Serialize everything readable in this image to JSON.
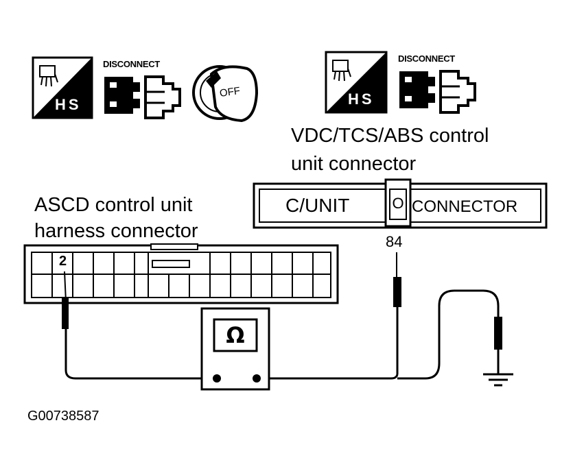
{
  "icons_left": {
    "hs_label": "HS",
    "disconnect_label": "DISCONNECT",
    "ignition_label": "OFF"
  },
  "icons_right": {
    "hs_label": "HS",
    "disconnect_label": "DISCONNECT"
  },
  "vdc_connector": {
    "title_line1": "VDC/TCS/ABS control",
    "title_line2": "unit connector",
    "left_text": "C/UNIT",
    "right_text": "CONNECTOR",
    "pin": "84"
  },
  "ascd_connector": {
    "title_line1": "ASCD control unit",
    "title_line2": "harness connector",
    "pin": "2"
  },
  "meter": {
    "symbol": "Ω"
  },
  "figure_id": "G00738587"
}
